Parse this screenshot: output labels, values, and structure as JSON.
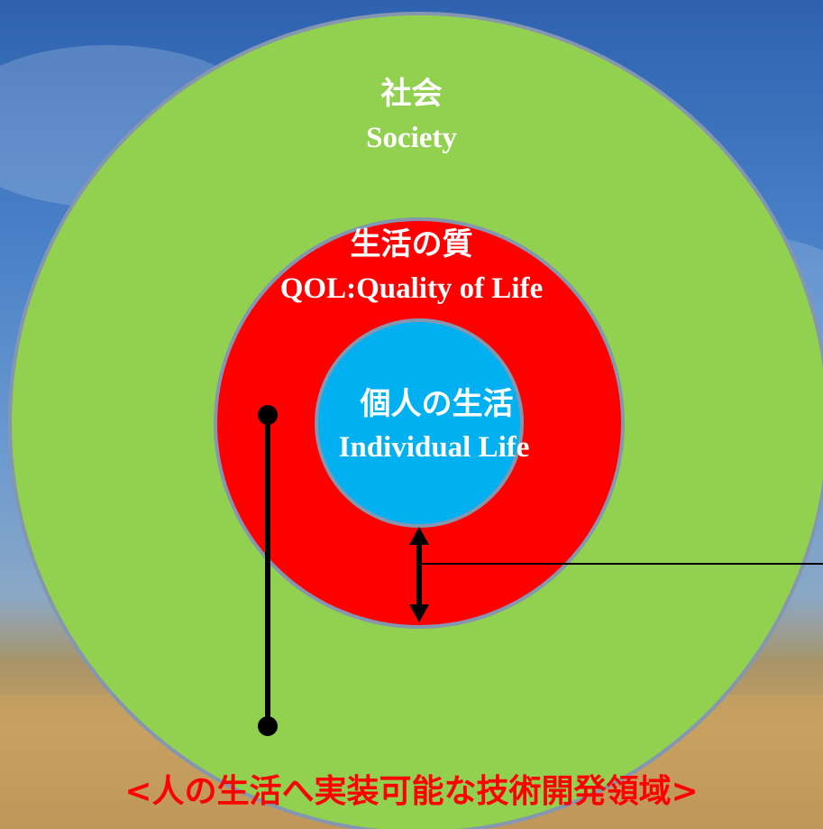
{
  "rings": {
    "outer": {
      "label_jp": "社会",
      "label_en": "Society",
      "color": "#92d050"
    },
    "middle": {
      "label_jp": "生活の質",
      "label_en": "QOL:Quality of Life",
      "color": "#ff0000"
    },
    "inner": {
      "label_jp": "個人の生活",
      "label_en": "Individual Life",
      "color": "#00b0f0"
    }
  },
  "caption": "<人の生活へ実装可能な技術開発領域>",
  "colors": {
    "caption": "#ff0000",
    "ring_border": "#8496b0",
    "markers": "#000000"
  }
}
